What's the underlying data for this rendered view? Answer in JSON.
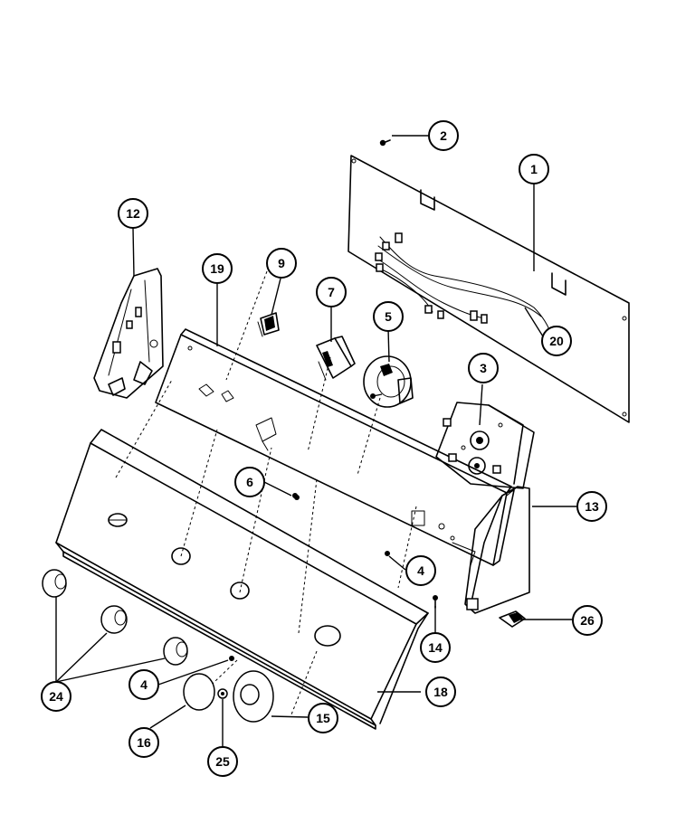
{
  "callouts": [
    {
      "id": "c1",
      "label": "1"
    },
    {
      "id": "c2",
      "label": "2"
    },
    {
      "id": "c3",
      "label": "3"
    },
    {
      "id": "c4a",
      "label": "4"
    },
    {
      "id": "c4b",
      "label": "4"
    },
    {
      "id": "c5",
      "label": "5"
    },
    {
      "id": "c6",
      "label": "6"
    },
    {
      "id": "c7",
      "label": "7"
    },
    {
      "id": "c9",
      "label": "9"
    },
    {
      "id": "c12",
      "label": "12"
    },
    {
      "id": "c13",
      "label": "13"
    },
    {
      "id": "c14",
      "label": "14"
    },
    {
      "id": "c15",
      "label": "15"
    },
    {
      "id": "c16",
      "label": "16"
    },
    {
      "id": "c18",
      "label": "18"
    },
    {
      "id": "c19",
      "label": "19"
    },
    {
      "id": "c20",
      "label": "20"
    },
    {
      "id": "c24",
      "label": "24"
    },
    {
      "id": "c25",
      "label": "25"
    },
    {
      "id": "c26",
      "label": "26"
    }
  ]
}
